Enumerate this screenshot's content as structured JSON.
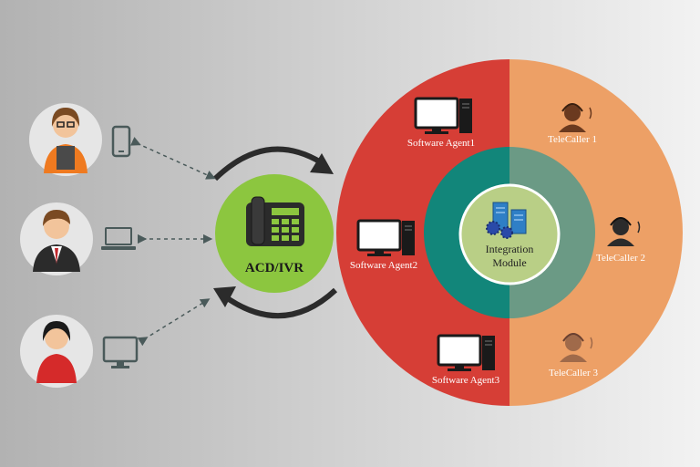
{
  "hub": {
    "label": "ACD/IVR",
    "color": "#8cc63f"
  },
  "integration_module": {
    "line1": "Integration",
    "line2": "Module"
  },
  "software_agents": [
    {
      "label": "Software Agent1"
    },
    {
      "label": "Software Agent2"
    },
    {
      "label": "Software Agent3"
    }
  ],
  "telecallers": [
    {
      "label": "TeleCaller 1"
    },
    {
      "label": "TeleCaller 2"
    },
    {
      "label": "TeleCaller 3"
    }
  ],
  "customers": [
    {
      "device": "mobile-phone"
    },
    {
      "device": "laptop"
    },
    {
      "device": "desktop-monitor"
    }
  ],
  "colors": {
    "background_left": "#b2b2b2",
    "background_right": "#f2f2f2",
    "red_half": "#d63e36",
    "orange_half": "#eda066",
    "teal_left": "#12867a",
    "teal_right": "#6b9a85",
    "inner_core": "#b9cf86",
    "arrows": "#2b2b2b"
  }
}
